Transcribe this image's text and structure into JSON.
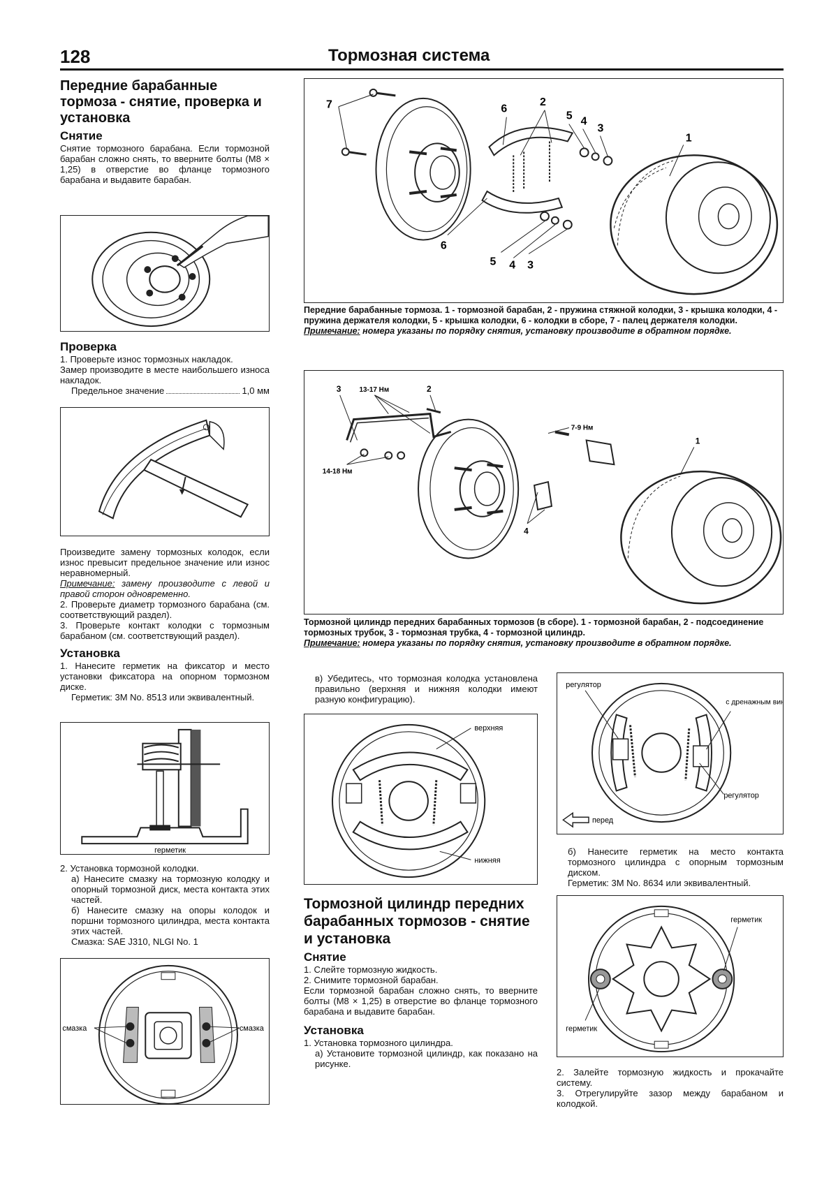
{
  "header": {
    "page_number": "128",
    "title": "Тормозная система"
  },
  "section1": {
    "title": "Передние барабанные тормоза - снятие, проверка и установка",
    "removal": {
      "heading": "Снятие",
      "text": "Снятие тормозного барабана. Если тормозной барабан сложно снять, то вверните болты (M8 × 1,25) в отверстие во фланце тормозного барабана и выдавите барабан."
    },
    "inspection": {
      "heading": "Проверка",
      "p1": "1. Проверьте износ тормозных накладок.",
      "p2": "Замер производите в месте наибольшего износа накладок.",
      "limit_label": "Предельное значение",
      "limit_value": "1,0 мм",
      "p3": "Произведите замену тормозных колодок, если износ превысит предельное значение или износ неравномерный.",
      "note_label": "Примечание:",
      "note_text": " замену производите с левой и правой сторон одновременно.",
      "p4": "2. Проверьте диаметр тормозного барабана (см. соответствующий раздел).",
      "p5": "3. Проверьте контакт колодки с тормозным барабаном (см. соответствующий раздел)."
    },
    "install": {
      "heading": "Установка",
      "p1": "1. Нанесите герметик на фиксатор и место установки фиксатора на опорном тормозном диске.",
      "p1b": "Герметик: 3M No. 8513 или эквивалентный.",
      "fig_label": "герметик",
      "p2": "2. Установка тормозной колодки.",
      "p2a": "а) Нанесите смазку на тормозную колодку и опорный тормозной диск, места контакта этих частей.",
      "p2b": "б) Нанесите смазку на опоры колодок и поршни тормозного цилиндра, места контакта этих частей.",
      "p2c": "Смазка: SAE J310, NLGI No. 1",
      "grease_left": "смазка",
      "grease_right": "смазка",
      "p2v": "в) Убедитесь, что тормозная колодка установлена правильно (верхняя и нижняя колодки имеют разную конфигурацию).",
      "upper": "верхняя",
      "lower": "нижняя"
    }
  },
  "fig1": {
    "labels": {
      "n1": "1",
      "n2": "2",
      "n3a": "3",
      "n3b": "3",
      "n4a": "4",
      "n4b": "4",
      "n5a": "5",
      "n5b": "5",
      "n6a": "6",
      "n6b": "6",
      "n7": "7"
    },
    "caption": "Передние барабанные тормоза. 1 - тормозной барабан, 2 - пружина стяжной колодки, 3 - крышка колодки, 4 - пружина держателя колодки, 5 - крышка колодки, 6 - колодки в сборе, 7 - палец держателя колодки.",
    "note_label": "Примечание:",
    "note_text": " номера указаны по порядку снятия, установку производите в обратном порядке."
  },
  "fig2": {
    "labels": {
      "n1": "1",
      "n2": "2",
      "n3": "3",
      "n4": "4",
      "t1": "13-17 Нм",
      "t2": "7-9 Нм",
      "t3": "14-18 Нм"
    },
    "caption": "Тормозной цилиндр передних барабанных тормозов (в сборе). 1 - тормозной барабан, 2 - подсоединение тормозных трубок, 3 - тормозная трубка, 4 - тормозной цилиндр.",
    "note_label": "Примечание:",
    "note_text": " номера указаны по порядку снятия, установку производите в обратном порядке."
  },
  "fig_adjust": {
    "regulator_top": "регулятор",
    "drain_screw": "с дренажным винтом",
    "regulator_bottom": "регулятор",
    "front": "перед"
  },
  "section2": {
    "title": "Тормозной цилиндр передних барабанных тормозов - снятие и установка",
    "removal_heading": "Снятие",
    "r1": "1. Слейте тормозную жидкость.",
    "r2": "2. Снимите тормозной барабан.",
    "r3": "Если тормозной барабан сложно снять, то вверните болты (M8 × 1,25) в отверстие во фланце тормозного барабана и выдавите барабан.",
    "install_heading": "Установка",
    "i1": "1. Установка тормозного цилиндра.",
    "i1a": "а) Установите тормозной цилиндр, как показано на рисунке.",
    "i1b": "б) Нанесите герметик на место контакта тормозного цилиндра с опорным тормозным диском.",
    "i1c": "Герметик: 3M No. 8634 или эквивалентный.",
    "sealant_top": "герметик",
    "sealant_bottom": "герметик",
    "i2": "2. Залейте тормозную жидкость и прокачайте систему.",
    "i3": "3. Отрегулируйте зазор между барабаном и колодкой."
  }
}
